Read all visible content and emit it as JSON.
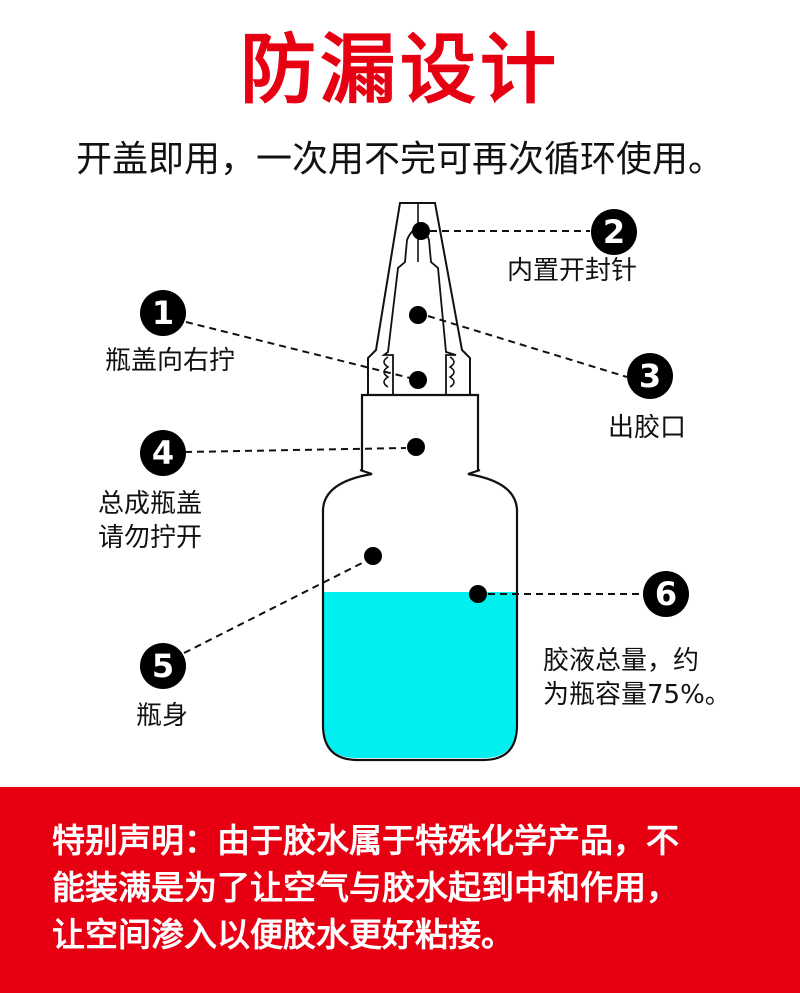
{
  "header": {
    "title": "防漏设计",
    "subtitle": "开盖即用，一次用不完可再次循环使用。"
  },
  "colors": {
    "accent_red": "#e60012",
    "liquid_cyan": "#00f0f0",
    "badge_black": "#000000"
  },
  "diagram": {
    "fill_level_percent": 75,
    "callouts": [
      {
        "number": "1",
        "label": "瓶盖向右拧"
      },
      {
        "number": "2",
        "label": "内置开封针"
      },
      {
        "number": "3",
        "label": "出胶口"
      },
      {
        "number": "4",
        "label_line1": "总成瓶盖",
        "label_line2": "请勿拧开"
      },
      {
        "number": "5",
        "label": "瓶身"
      },
      {
        "number": "6",
        "label_line1": "胶液总量，约",
        "label_line2": "为瓶容量75%。"
      }
    ]
  },
  "notice": {
    "line1": "特别声明：由于胶水属于特殊化学产品，不",
    "line2": "能装满是为了让空气与胶水起到中和作用，",
    "line3": "让空间渗入以便胶水更好粘接。"
  }
}
